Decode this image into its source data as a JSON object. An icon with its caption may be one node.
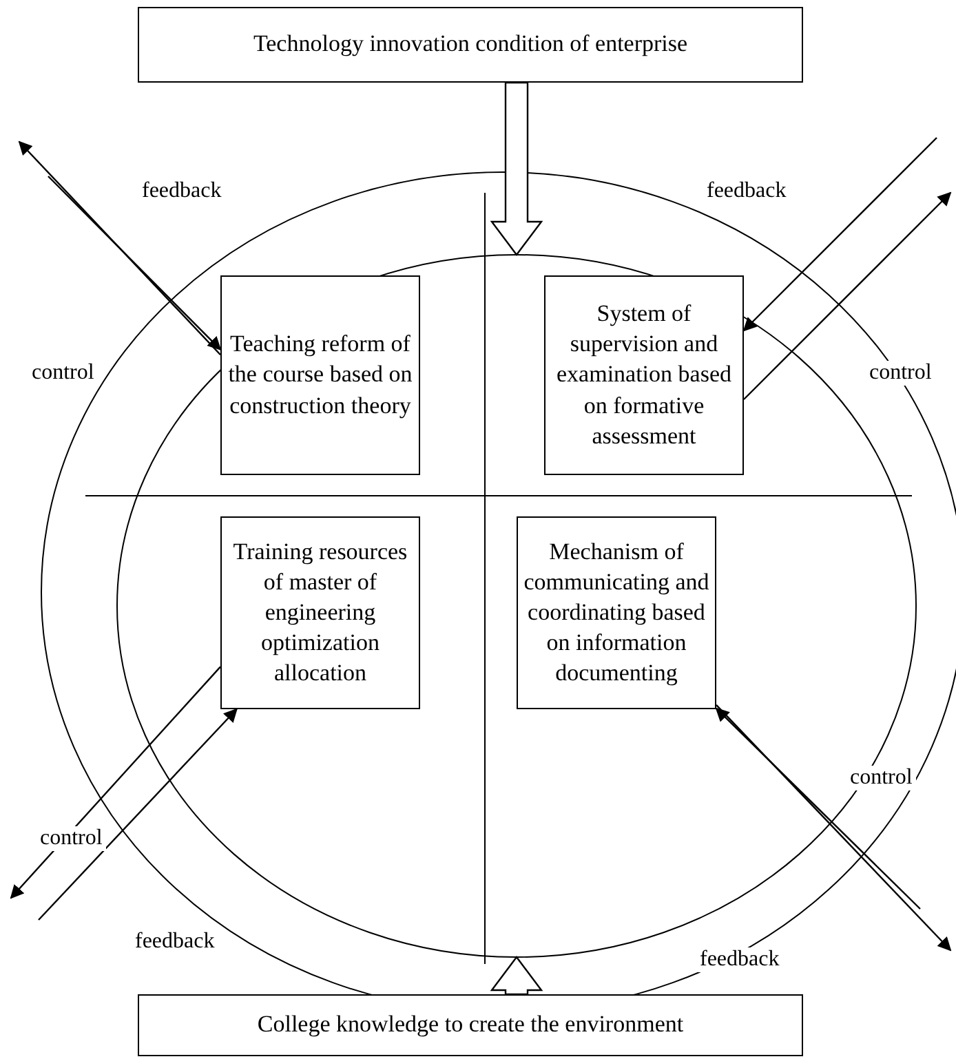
{
  "diagram": {
    "nodes": [
      {
        "text": [
          "Technology innovation condition of enterprise"
        ]
      },
      {
        "text": [],
        "shape": "ellipse"
      },
      {
        "text": [
          "Teaching reform of the course based on construction theory"
        ],
        "in": 1
      },
      {
        "text": [
          "System of supervision and examination based on formative assessment"
        ],
        "in": 1
      },
      {
        "text": [
          "Training resources of master of engineering optimization allocation"
        ],
        "in": 1
      },
      {
        "text": [
          "Mechanism of communicating and coordinating based on information documenting"
        ],
        "in": 1
      },
      {
        "text": [
          "College knowledge to create the environment"
        ]
      }
    ],
    "edges": [
      {
        "from": 0,
        "to": 1,
        "arrow": "to",
        "style": "thick"
      },
      {
        "from": null,
        "to": 2,
        "arrow": "to"
      },
      {
        "from": 2,
        "to": null,
        "arrow": "to"
      },
      {
        "from": null,
        "to": 3,
        "arrow": "to"
      },
      {
        "from": 3,
        "to": null,
        "arrow": "to"
      },
      {
        "from": null,
        "to": 4,
        "arrow": "to"
      },
      {
        "from": 4,
        "to": null,
        "arrow": "to"
      },
      {
        "from": null,
        "to": 5,
        "arrow": "to"
      },
      {
        "from": 5,
        "to": null,
        "arrow": "to"
      },
      {
        "from": 6,
        "to": 1,
        "arrow": "to",
        "style": "thick"
      }
    ],
    "labels": [
      "feedback",
      "feedback",
      "control",
      "control",
      "control",
      "control",
      "feedback",
      "feedback"
    ]
  }
}
